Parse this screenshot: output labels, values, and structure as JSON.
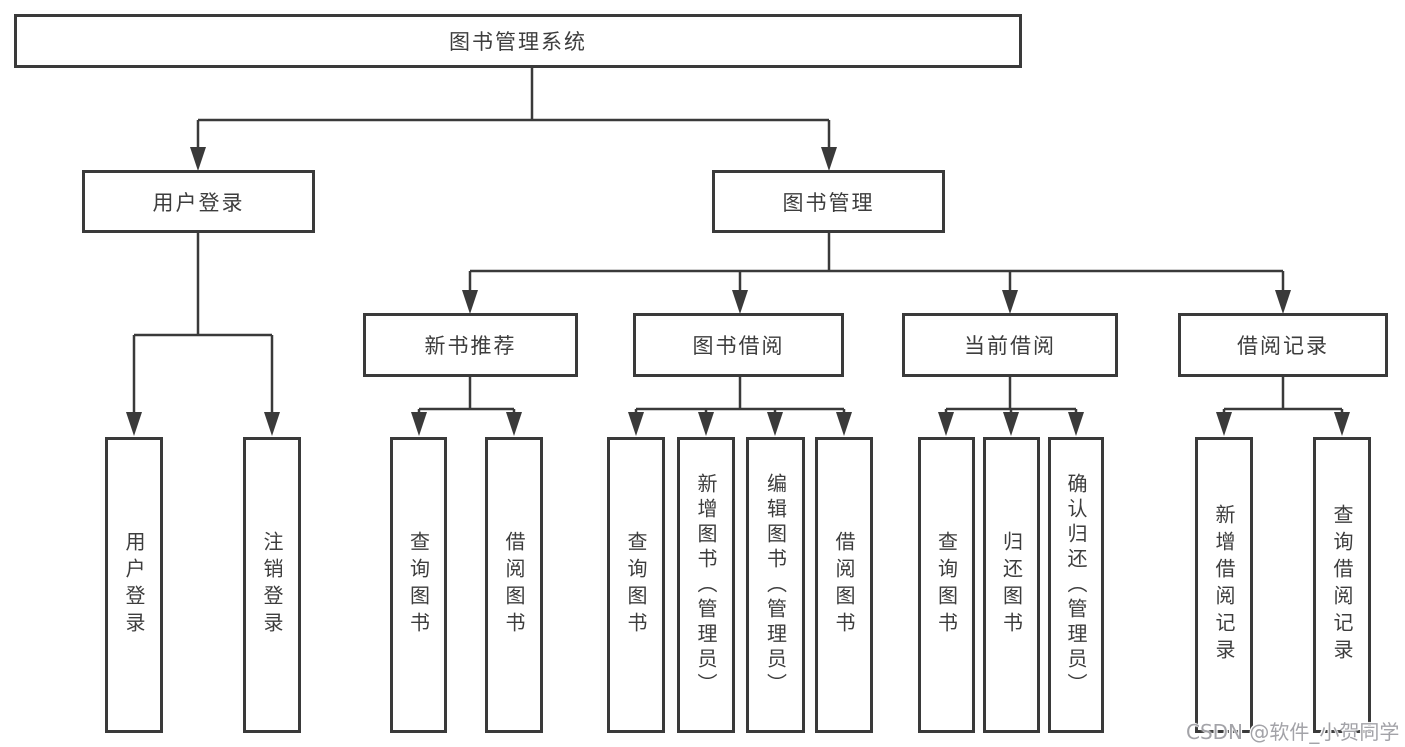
{
  "diagram_title": "图书管理系统",
  "tree": {
    "root": {
      "label": "图书管理系统",
      "children": [
        {
          "label": "用户登录",
          "children": [
            {
              "label": "用户登录"
            },
            {
              "label": "注销登录"
            }
          ]
        },
        {
          "label": "图书管理",
          "children": [
            {
              "label": "新书推荐",
              "children": [
                {
                  "label": "查询图书"
                },
                {
                  "label": "借阅图书"
                }
              ]
            },
            {
              "label": "图书借阅",
              "children": [
                {
                  "label": "查询图书"
                },
                {
                  "label": "新增图书（管理员）"
                },
                {
                  "label": "编辑图书（管理员）"
                },
                {
                  "label": "借阅图书"
                }
              ]
            },
            {
              "label": "当前借阅",
              "children": [
                {
                  "label": "查询图书"
                },
                {
                  "label": "归还图书"
                },
                {
                  "label": "确认归还（管理员）"
                }
              ]
            },
            {
              "label": "借阅记录",
              "children": [
                {
                  "label": "新增借阅记录"
                },
                {
                  "label": "查询借阅记录"
                }
              ]
            }
          ]
        }
      ]
    }
  },
  "watermark": {
    "text": "CSDN @软件_小贺同学"
  },
  "colors": {
    "line": "#3a3a3a",
    "box_border": "#3a3a3a",
    "box_fill": "#ffffff",
    "text": "#3d3d3d",
    "watermark": "#a3a3a8"
  }
}
